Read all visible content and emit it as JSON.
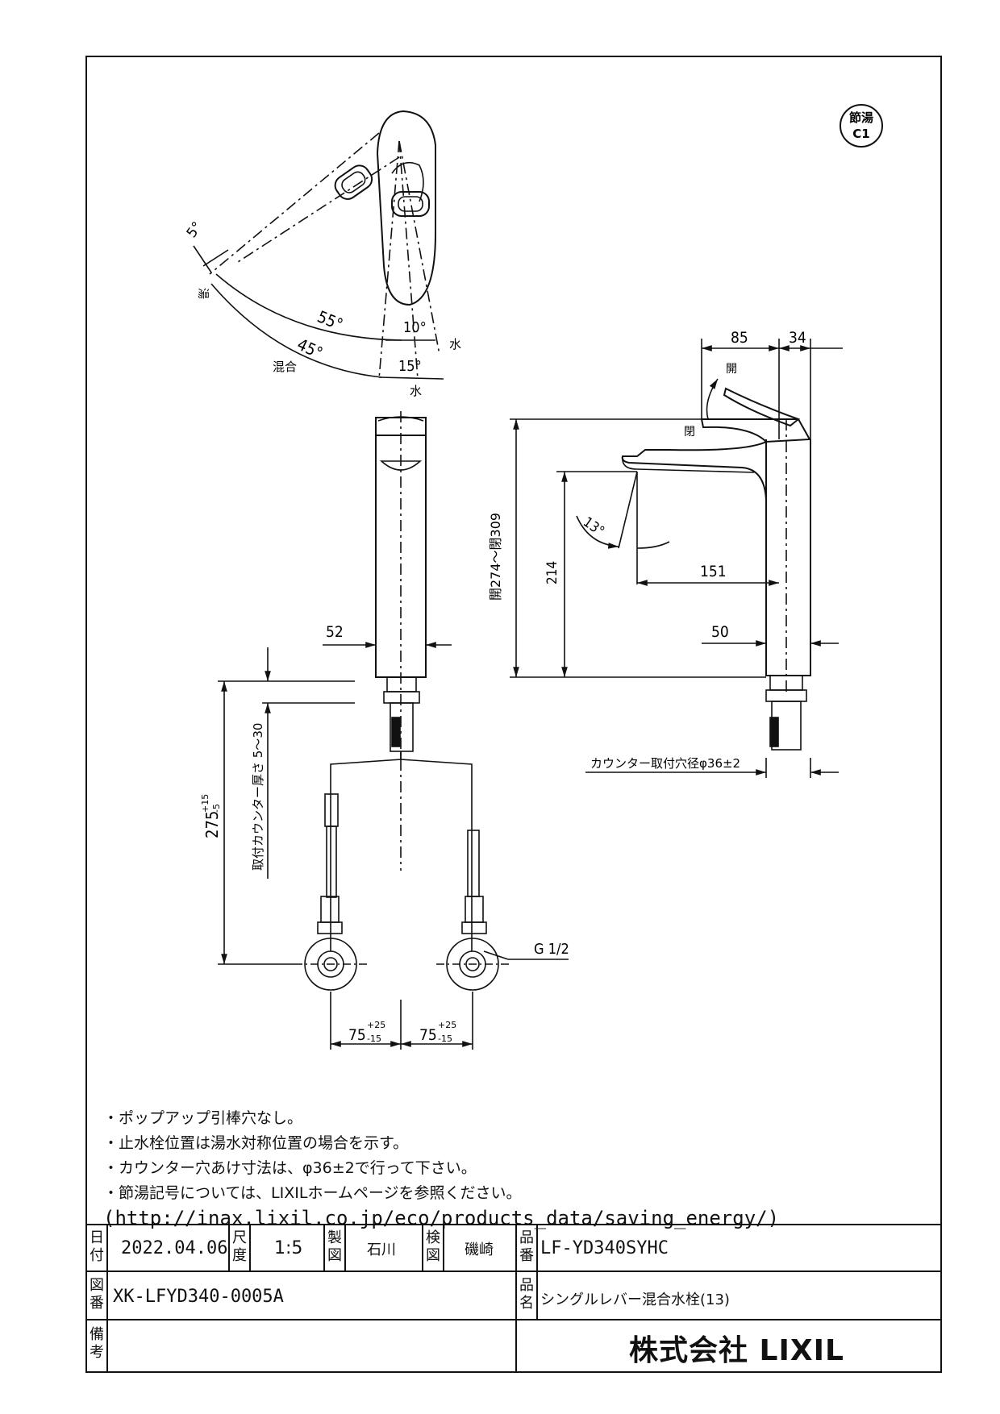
{
  "badge": {
    "top": "節湯",
    "bottom": "C1"
  },
  "plan_view": {
    "angle_5": "5°",
    "angle_55": "55°",
    "angle_45": "45°",
    "angle_10": "10°",
    "angle_15": "15°",
    "label_hot": "湯",
    "label_mix": "混合",
    "label_water_right": "水",
    "label_water_bottom": "水"
  },
  "side_view": {
    "dim_85": "85",
    "dim_34": "34",
    "label_open": "開",
    "label_closed": "閉",
    "dim_height": "開274～閉309",
    "dim_214": "214",
    "angle_13": "13°",
    "dim_151": "151",
    "dim_50": "50",
    "counter_hole": "カウンター取付穴径φ36±2"
  },
  "front_view": {
    "dim_52": "52",
    "counter_thickness": "取付カウンター厚さ 5～30",
    "dim_275": "275",
    "dim_275_tol_plus": "+15",
    "dim_275_tol_minus": "-5",
    "thread": "G 1/2",
    "dim_75_left": "75",
    "dim_75_right": "75",
    "tol_plus": "+25",
    "tol_minus": "-15"
  },
  "notes": [
    "・ポップアップ引棒穴なし。",
    "・止水栓位置は湯水対称位置の場合を示す。",
    "・カウンター穴あけ寸法は、φ36±2で行って下さい。",
    "・節湯記号については、LIXILホームページを参照ください。",
    "(http://inax.lixil.co.jp/eco/products_data/saving_energy/)"
  ],
  "title_block": {
    "date_label": "日付",
    "date": "2022.04.06",
    "scale_label": "尺度",
    "scale": "1:5",
    "drawn_label": "製図",
    "drawn_by": "石川",
    "checked_label": "検図",
    "checked_by": "磯崎",
    "part_no_label": "品番",
    "part_no": "LF-YD340SYHC",
    "drawing_no_label": "図番",
    "drawing_no": "XK-LFYD340-0005A",
    "product_name_label": "品名",
    "product_name": "シングルレバー混合水栓(13)",
    "remarks_label": "備考",
    "company": "株式会社 LIXIL"
  }
}
